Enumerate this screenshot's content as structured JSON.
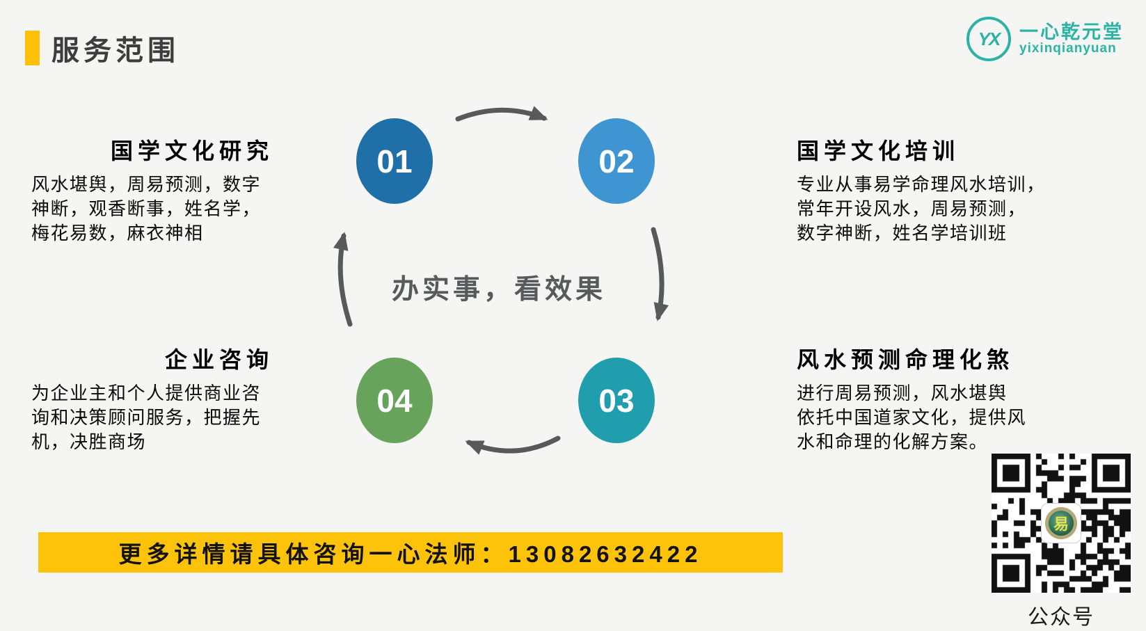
{
  "page": {
    "background": "#f5f5f4"
  },
  "header": {
    "title": "服务范围",
    "accent_color": "#ffc107"
  },
  "brand": {
    "monogram": "YX",
    "name_cn": "一心乾元堂",
    "name_en": "yixinqianyuan",
    "color": "#2bb3a4"
  },
  "diagram": {
    "center_text": "办实事，看效果",
    "arrow_color": "#58595b",
    "steps": [
      {
        "number": "01",
        "color": "#1f6fa8",
        "title": "国学文化研究",
        "body": "风水堪舆，周易预测，数字\n神断，观香断事，姓名学，\n梅花易数，麻衣神相"
      },
      {
        "number": "02",
        "color": "#3e95d1",
        "title": "国学文化培训",
        "body": "专业从事易学命理风水培训，\n常年开设风水，周易预测，\n数字神断，姓名学培训班"
      },
      {
        "number": "03",
        "color": "#219ead",
        "title": "风水预测命理化煞",
        "body": "进行周易预测，风水堪舆\n依托中国道家文化，提供风\n水和命理的化解方案。"
      },
      {
        "number": "04",
        "color": "#68a35c",
        "title": "企业咨询",
        "body": "为企业主和个人提供商业咨\n询和决策顾问服务，把握先\n机，决胜商场"
      }
    ]
  },
  "footer": {
    "banner_text": "更多详情请具体咨询一心法师：13082632422",
    "banner_color": "#fdc30b",
    "qr_label": "公众号",
    "qr_center_glyph": "易"
  }
}
